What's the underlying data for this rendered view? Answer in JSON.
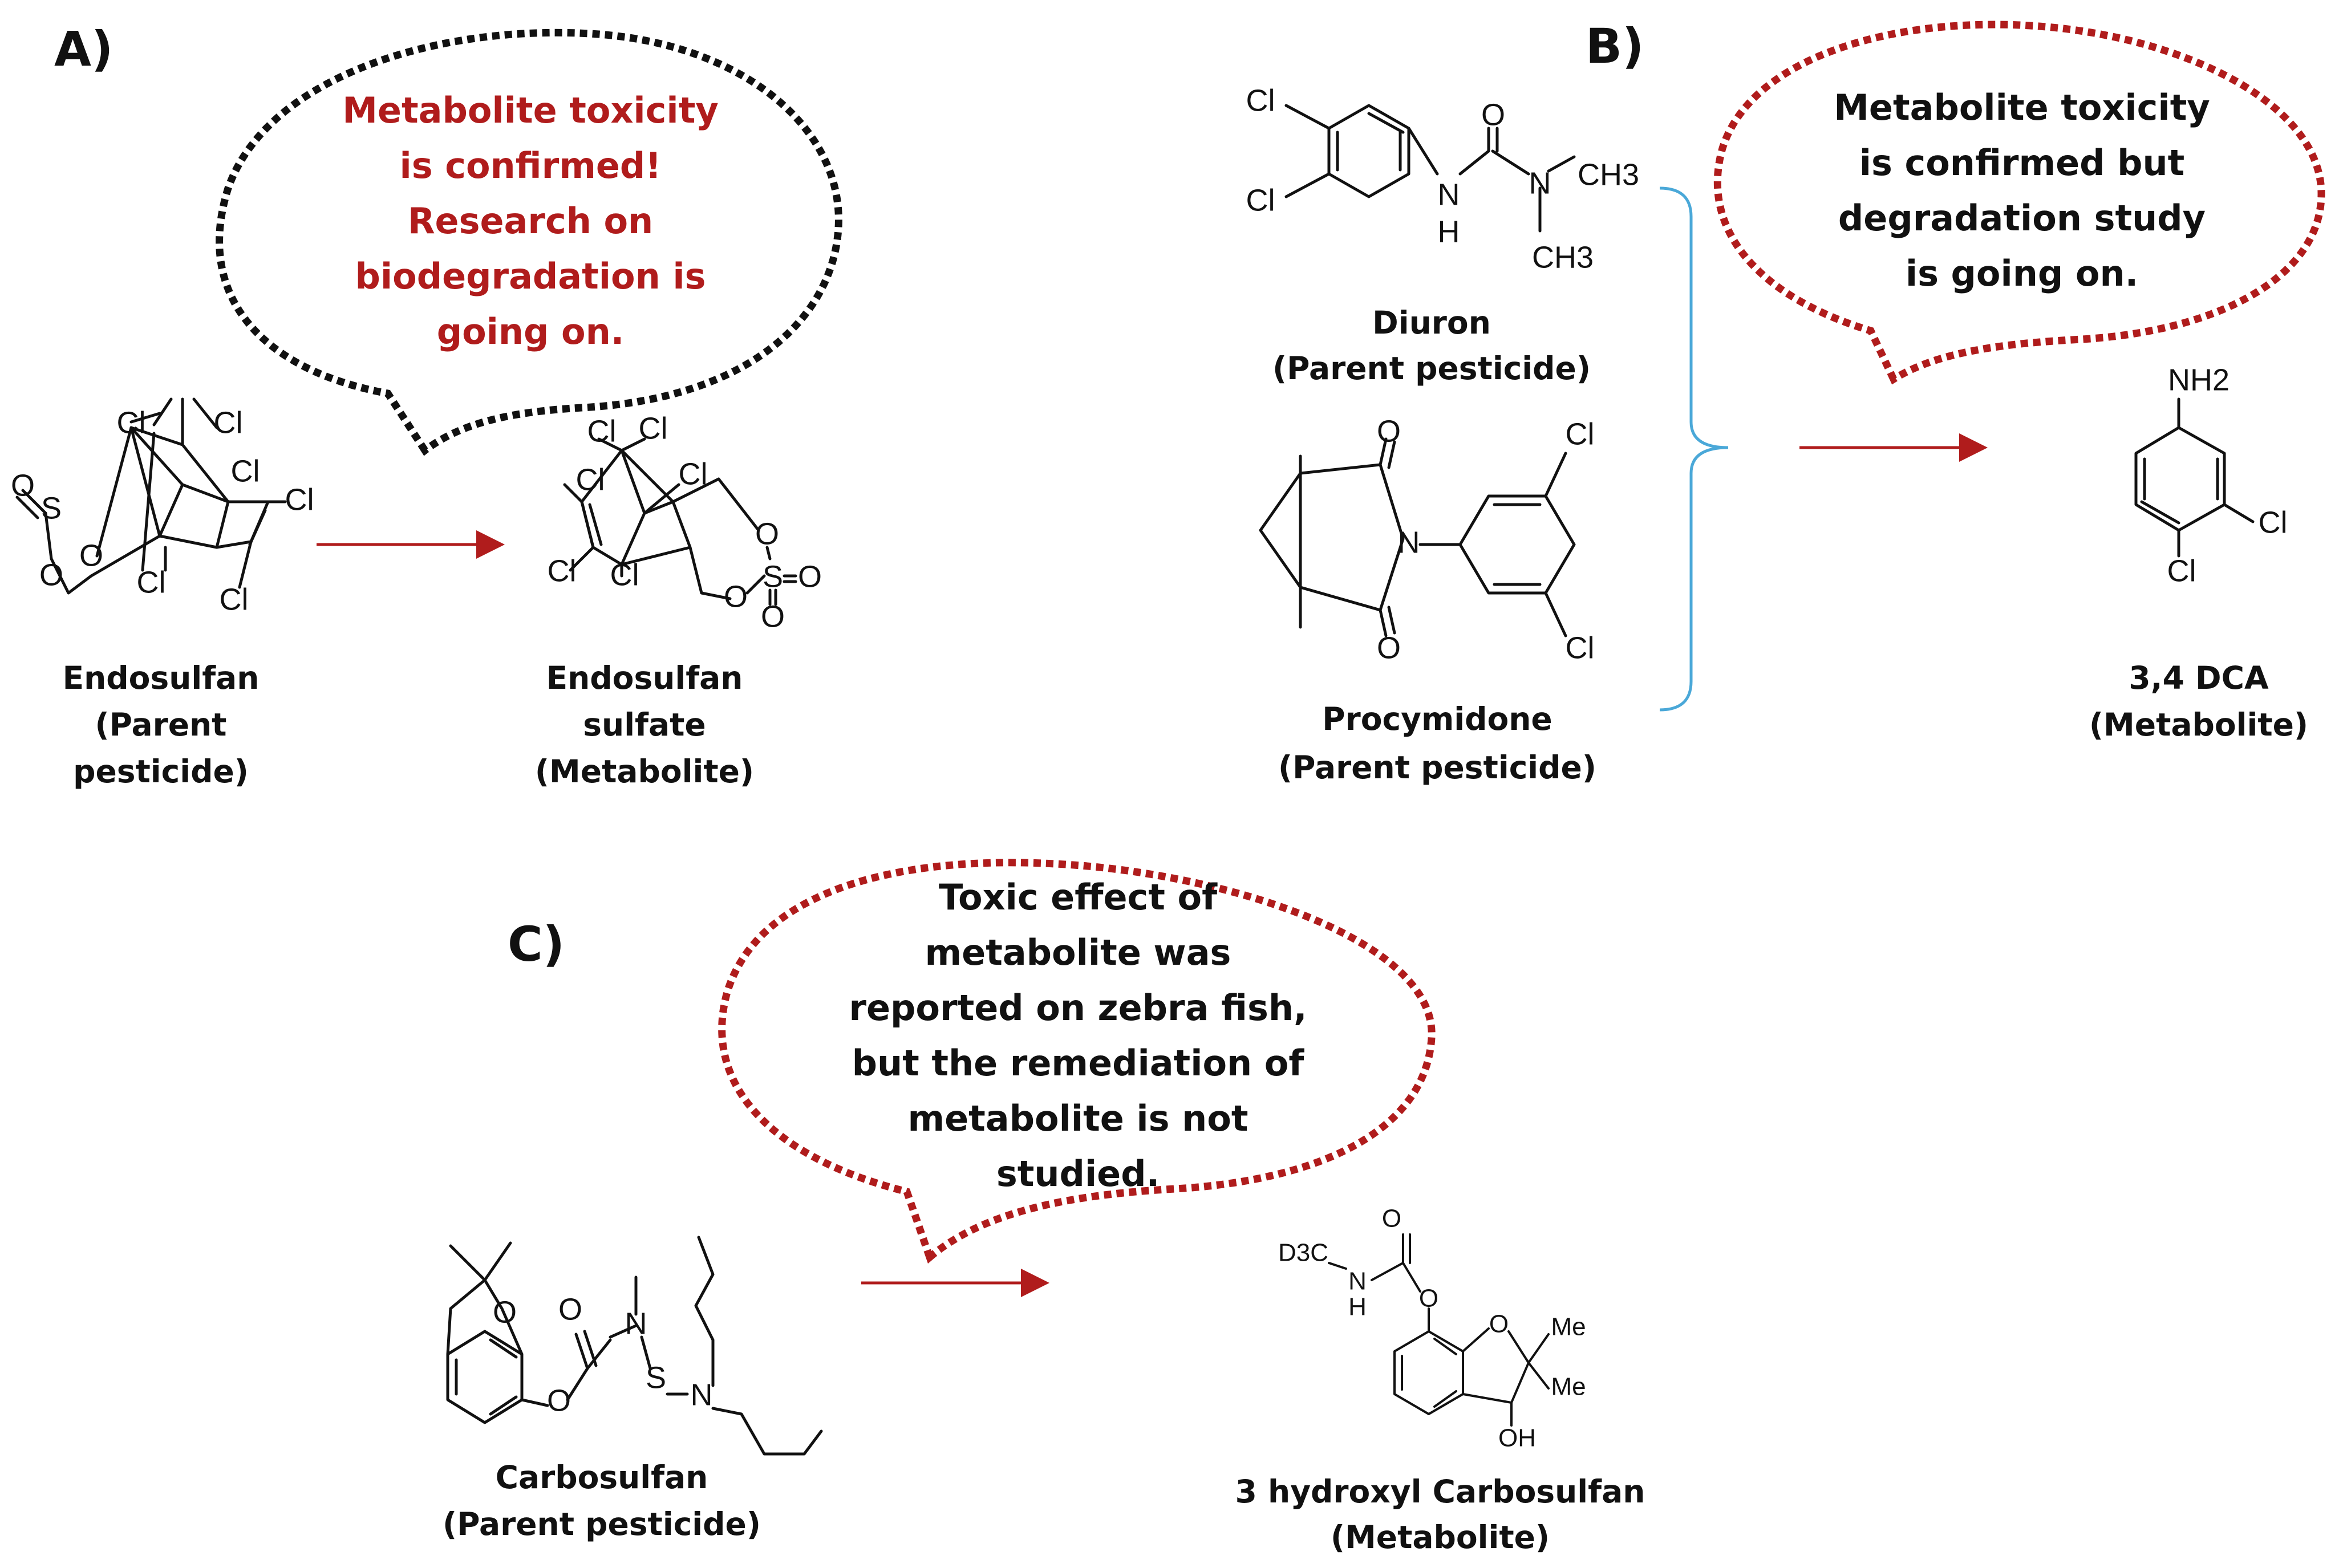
{
  "panels": {
    "a": {
      "letter": "A)",
      "bubble_lines": [
        "Metabolite toxicity",
        "is confirmed!",
        "Research on",
        "biodegradation is",
        "going on."
      ],
      "parent_label": [
        "Endosulfan",
        "(Parent",
        "pesticide)"
      ],
      "metabolite_label": [
        "Endosulfan",
        "sulfate",
        "(Metabolite)"
      ]
    },
    "b": {
      "letter": "B)",
      "bubble_lines": [
        "Metabolite toxicity",
        "is confirmed but",
        "degradation study",
        "is going on."
      ],
      "parent1_label": [
        "Diuron",
        "(Parent pesticide)"
      ],
      "parent2_label": [
        "Procymidone",
        "(Parent pesticide)"
      ],
      "metabolite_label": [
        "3,4 DCA",
        "(Metabolite)"
      ]
    },
    "c": {
      "letter": "C)",
      "bubble_lines": [
        "Toxic effect of",
        "metabolite was",
        "reported on zebra fish,",
        "but the remediation of",
        "metabolite is not",
        "studied."
      ],
      "parent_label": [
        "Carbosulfan",
        "(Parent pesticide)"
      ],
      "metabolite_label": [
        "3 hydroxyl Carbosulfan",
        "(Metabolite)"
      ]
    }
  },
  "atoms": {
    "cl": "Cl",
    "o": "O",
    "s": "S",
    "n": "N",
    "h": "H",
    "ch3": "CH3",
    "nh2": "NH2",
    "d3c": "D3C",
    "me": "Me",
    "oh": "OH"
  },
  "colors": {
    "accent_red": "#b01c1c",
    "bubble_black": "#111111",
    "bracket_blue": "#4aa8d8",
    "arrow": "#b01c1c"
  }
}
